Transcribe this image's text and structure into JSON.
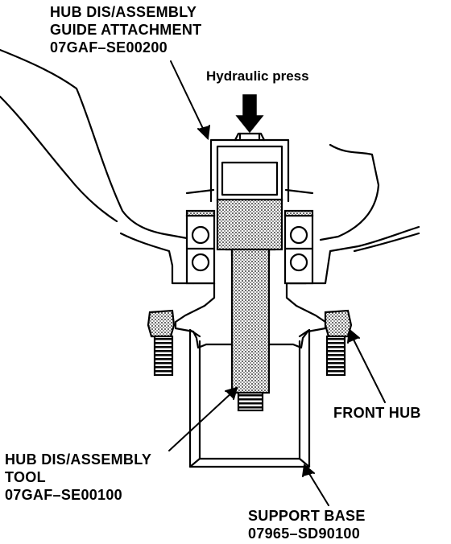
{
  "labels": {
    "guide_attachment": {
      "line1": "HUB DIS/ASSEMBLY",
      "line2": "GUIDE ATTACHMENT",
      "part_no": "07GAF–SE00200"
    },
    "press": "Hydraulic press",
    "front_hub": "FRONT HUB",
    "tool": {
      "line1": "HUB DIS/ASSEMBLY",
      "line2": "TOOL",
      "part_no": "07GAF–SE00100"
    },
    "support_base": {
      "line1": "SUPPORT BASE",
      "part_no": "07965–SD90100"
    }
  },
  "colors": {
    "ink": "#000000",
    "paper": "#ffffff"
  }
}
